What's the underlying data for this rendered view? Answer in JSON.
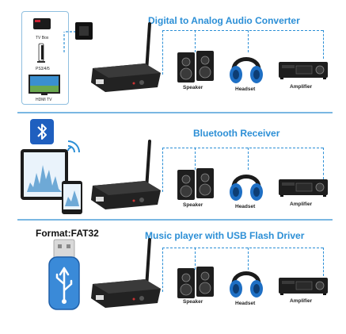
{
  "sections": [
    {
      "title": "Digital to Analog Audio Converter",
      "sources": [
        "TV Box",
        "PS3/4/5",
        "HDMI TV"
      ]
    },
    {
      "title": "Bluetooth Receiver"
    },
    {
      "title": "Music player with USB Flash Driver",
      "format_label": "Format:FAT32"
    }
  ],
  "outputs": {
    "speaker": "Speaker",
    "headset": "Headset",
    "amplifier": "Amplifier"
  },
  "colors": {
    "accent": "#2c8fd6",
    "divider": "#7ab7e2",
    "device": "#1f1f1f",
    "headset_blue": "#1e6fc4",
    "usb_blue": "#3a8ad8",
    "bluetooth_blue": "#1f5fbf"
  }
}
